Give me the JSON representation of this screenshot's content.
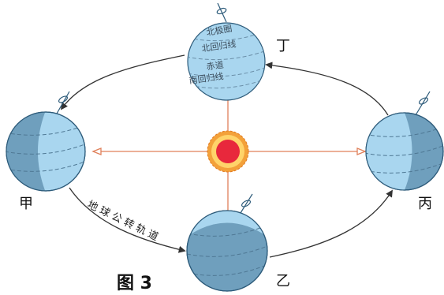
{
  "positions": {
    "jia": "甲",
    "yi": "乙",
    "bing": "丙",
    "ding": "丁"
  },
  "figure_caption": "图 3",
  "orbit_label": "地球公转轨道",
  "globe_labels": {
    "arctic_circle": "北极圈",
    "tropic_of_cancer": "北回归线",
    "equator": "赤道",
    "tropic_of_capricorn": "南回归线"
  },
  "colors": {
    "globe_day": "#a9d6ef",
    "globe_night": "#6f9fbd",
    "globe_outline": "#2d5b7a",
    "orbit": "#333333",
    "sun_rays": "#e07820",
    "sun_disk": "#e8283c",
    "sunlight_lines": "#e0805a"
  }
}
